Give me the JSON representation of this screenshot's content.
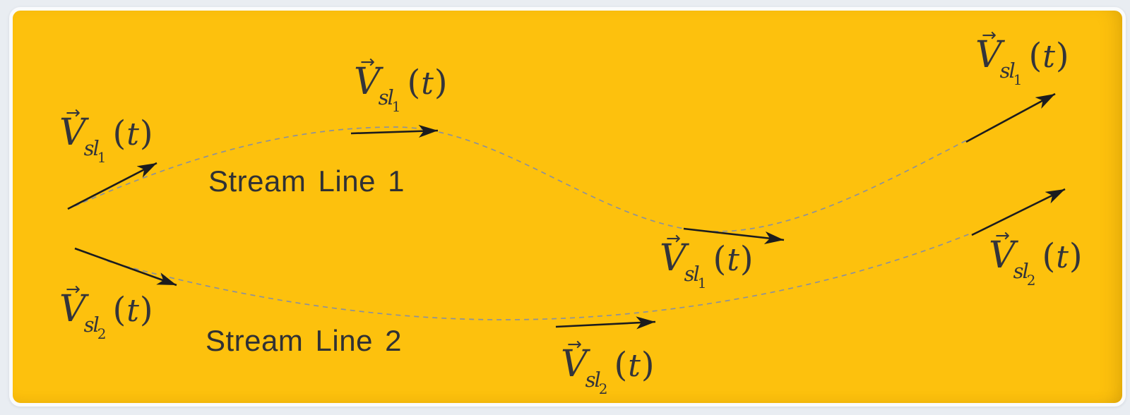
{
  "colors": {
    "page_bg": "#e9edf2",
    "card_bg": "#fdc10d",
    "card_border": "#fafbfd",
    "dash": "#8c919c",
    "ink": "#1c1c1e",
    "text": "#303134",
    "math_ink": "#33343a"
  },
  "streams": [
    {
      "name": "Stream Line 1",
      "vec": {
        "arrow": "→",
        "base": "V",
        "sub": "sl",
        "index": "1",
        "open": "(",
        "var": "t",
        "close": ")"
      }
    },
    {
      "name": "Stream Line 2",
      "vec": {
        "arrow": "→",
        "base": "V",
        "sub": "sl",
        "index": "2",
        "open": "(",
        "var": "t",
        "close": ")"
      }
    }
  ]
}
